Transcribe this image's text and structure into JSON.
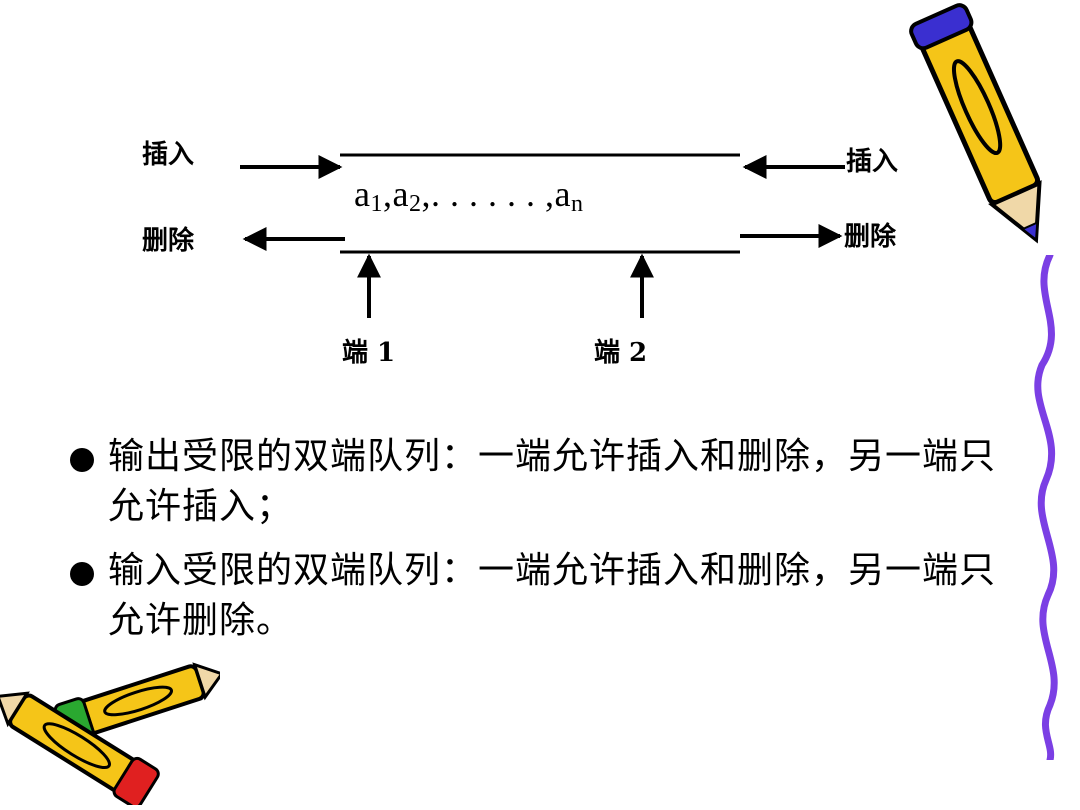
{
  "diagram": {
    "left_insert": "插入",
    "left_delete": "删除",
    "right_insert": "插入",
    "right_delete": "删除",
    "sequence_a": "a",
    "sub_1": "1",
    "sep_1": ",",
    "sub_2": "2",
    "sep_2": ",. . . . . . ,",
    "sub_n": "n",
    "end_1": "端 1",
    "end_2": "端 2"
  },
  "bullets": [
    {
      "text": "输出受限的双端队列：一端允许插入和删除，另一端只允许插入；"
    },
    {
      "text": "输入受限的双端队列：一端允许插入和删除，另一端只允许删除。"
    }
  ],
  "colors": {
    "pencil_body": "#f5c518",
    "pencil_outline": "#000000",
    "pencil_tip_blue": "#3a2fd0",
    "squiggle": "#7b3fe4",
    "eraser_red": "#e02020",
    "eraser_green": "#2aa830"
  },
  "icons": [
    "pencil-clipart-icon",
    "squiggle-border-icon"
  ]
}
